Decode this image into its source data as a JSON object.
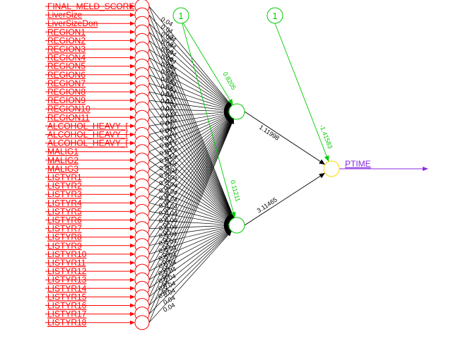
{
  "network": {
    "inputs": [
      "FINAL_MELD_SCORE",
      "LiverSize",
      "LiverSizeDon",
      "REGION1",
      "REGION2",
      "REGION3",
      "REGION4",
      "REGION5",
      "REGION6",
      "REGION7",
      "REGION8",
      "REGION9",
      "REGION10",
      "REGION11",
      "ALCOHOL_HEAVY_[",
      "ALCOHOL_HEAVY_[",
      "ALCOHOL_HEAVY_[",
      "MALIG1",
      "MALIG2",
      "MALIG3",
      "LISTYR1",
      "LISTYR2",
      "LISTYR3",
      "LISTYR4",
      "LISTYR5",
      "LISTYR6",
      "LISTYR7",
      "LISTYR8",
      "LISTYR9",
      "LISTYR10",
      "LISTYR11",
      "LISTYR12",
      "LISTYR13",
      "LISTYR14",
      "LISTYR15",
      "LISTYR16",
      "LISTYR17",
      "LISTYR18"
    ],
    "output_label": "PTIME",
    "bias_label": "1",
    "hidden_bias_weights": [
      "0.8205",
      "0.11211"
    ],
    "output_bias_weight": "-1.41583",
    "hidden_to_output_weights": [
      "1.11998",
      "3.11465"
    ],
    "input_weight_sample": "0.04"
  },
  "colors": {
    "input": "#ff0000",
    "bias": "#00cc00",
    "output": "#ffd700",
    "output_arrow": "#8a2be2",
    "connection": "#000000"
  }
}
